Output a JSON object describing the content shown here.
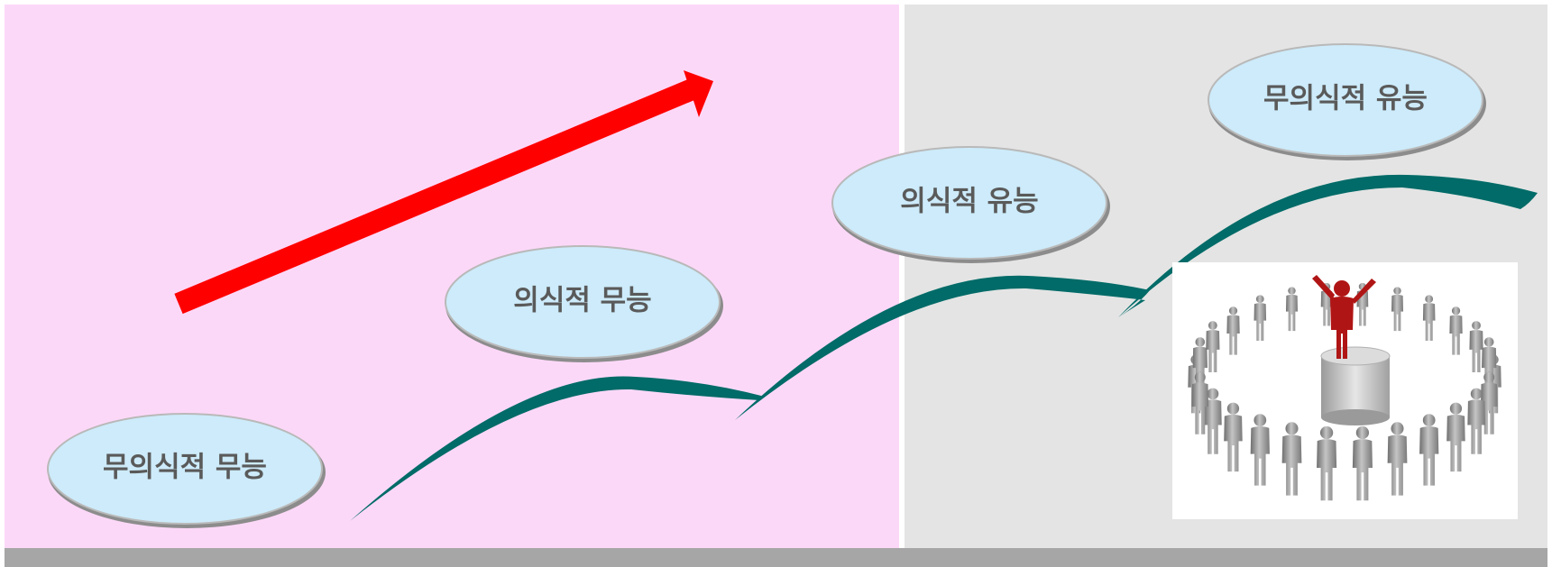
{
  "stages": [
    {
      "id": "unconscious-incompetence",
      "label": "무의식적 무능"
    },
    {
      "id": "conscious-incompetence",
      "label": "의식적 무능"
    },
    {
      "id": "conscious-competence",
      "label": "의식적 유능"
    },
    {
      "id": "unconscious-competence",
      "label": "무의식적 유능"
    }
  ],
  "colors": {
    "left_panel": "#fcd8f8",
    "right_panel": "#e4e4e4",
    "bottom_bar": "#a6a6a6",
    "ellipse_fill": "#cdebfa",
    "ellipse_shadow": "#8c8c8c",
    "label_text": "#5a5a5a",
    "growth_arrow": "#ff0000",
    "curve": "#006b68",
    "figure_gray": "#8f8f8f",
    "leader_figure": "#b01515"
  },
  "illustration": {
    "icon": "leader-among-crowd-icon"
  }
}
